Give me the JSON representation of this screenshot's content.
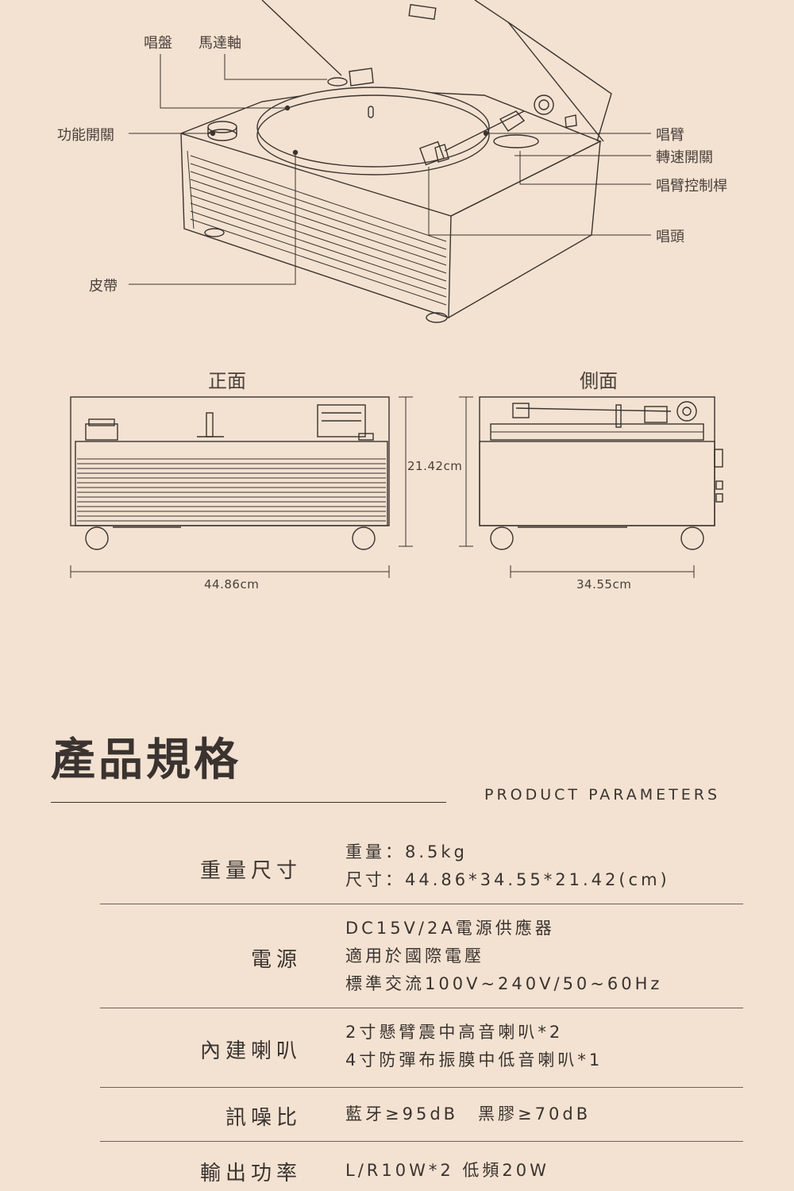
{
  "diagram": {
    "labels": {
      "platter": "唱盤",
      "motor_spindle": "馬達軸",
      "function_switch": "功能開關",
      "belt": "皮帶",
      "tonearm": "唱臂",
      "speed_switch": "轉速開關",
      "tonearm_lever": "唱臂控制桿",
      "cartridge": "唱頭"
    },
    "views": {
      "front_title": "正面",
      "side_title": "側面"
    },
    "dimensions": {
      "height": "21.42cm",
      "width": "44.86cm",
      "depth": "34.55cm"
    }
  },
  "specs": {
    "title": "產品規格",
    "subtitle": "PRODUCT PARAMETERS",
    "rows": [
      {
        "label": "重量尺寸",
        "lines": [
          "重量：8.5kg",
          "尺寸：44.86*34.55*21.42(cm)"
        ]
      },
      {
        "label": "電源",
        "lines": [
          "DC15V/2A電源供應器",
          "適用於國際電壓",
          "標準交流100V~240V/50~60Hz"
        ]
      },
      {
        "label": "內建喇叭",
        "lines": [
          "2寸懸臂震中高音喇叭*2",
          "4寸防彈布振膜中低音喇叭*1"
        ]
      },
      {
        "label": "訊噪比",
        "lines": [
          "藍牙≥95dB　黑膠≥70dB"
        ]
      },
      {
        "label": "輸出功率",
        "lines": [
          "L/R10W*2 低頻20W"
        ]
      }
    ]
  }
}
